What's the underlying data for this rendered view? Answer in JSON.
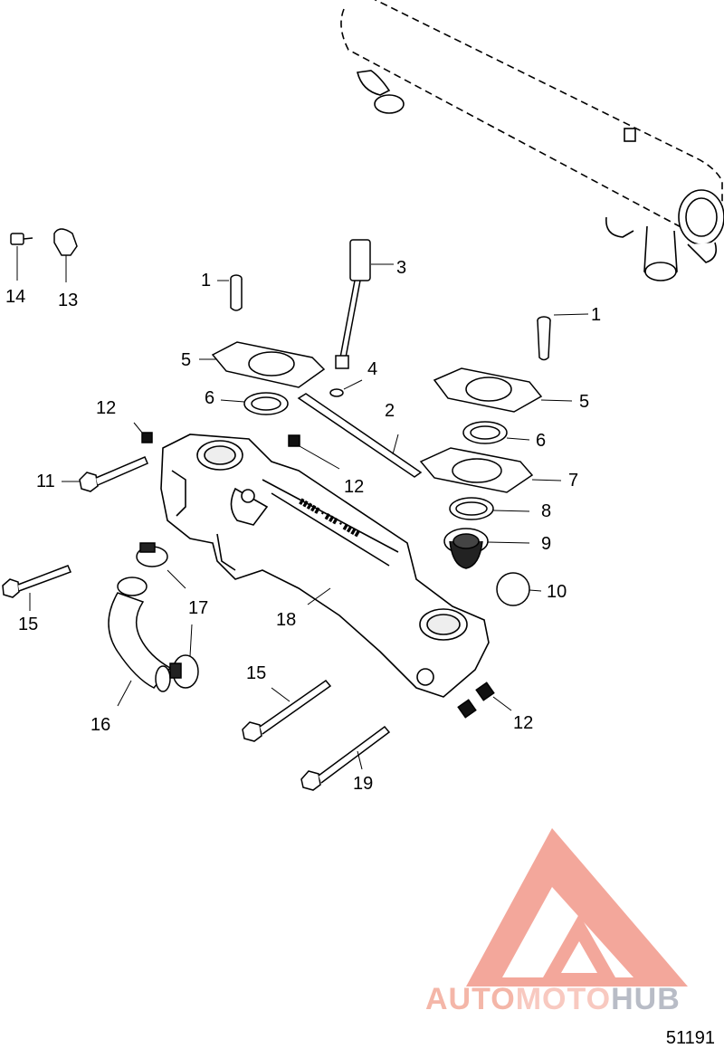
{
  "figure_number": "51191",
  "watermark": {
    "parts": [
      "AUTO",
      "MOTO",
      "HUB"
    ],
    "colors": {
      "triangle": "#f08a7a",
      "auto": "#f4b6a8",
      "moto": "#f8c9c0",
      "hub": "#b8bcc6"
    }
  },
  "callouts": [
    {
      "id": "c1a",
      "text": "1"
    },
    {
      "id": "c1b",
      "text": "1"
    },
    {
      "id": "c2",
      "text": "2"
    },
    {
      "id": "c3",
      "text": "3"
    },
    {
      "id": "c4",
      "text": "4"
    },
    {
      "id": "c5a",
      "text": "5"
    },
    {
      "id": "c5b",
      "text": "5"
    },
    {
      "id": "c6a",
      "text": "6"
    },
    {
      "id": "c6b",
      "text": "6"
    },
    {
      "id": "c7",
      "text": "7"
    },
    {
      "id": "c8",
      "text": "8"
    },
    {
      "id": "c9",
      "text": "9"
    },
    {
      "id": "c10",
      "text": "10"
    },
    {
      "id": "c11",
      "text": "11"
    },
    {
      "id": "c12a",
      "text": "12"
    },
    {
      "id": "c12b",
      "text": "12"
    },
    {
      "id": "c12c",
      "text": "12"
    },
    {
      "id": "c13",
      "text": "13"
    },
    {
      "id": "c14",
      "text": "14"
    },
    {
      "id": "c15a",
      "text": "15"
    },
    {
      "id": "c15b",
      "text": "15"
    },
    {
      "id": "c16",
      "text": "16"
    },
    {
      "id": "c17",
      "text": "17"
    },
    {
      "id": "c18",
      "text": "18"
    },
    {
      "id": "c19",
      "text": "19"
    }
  ]
}
